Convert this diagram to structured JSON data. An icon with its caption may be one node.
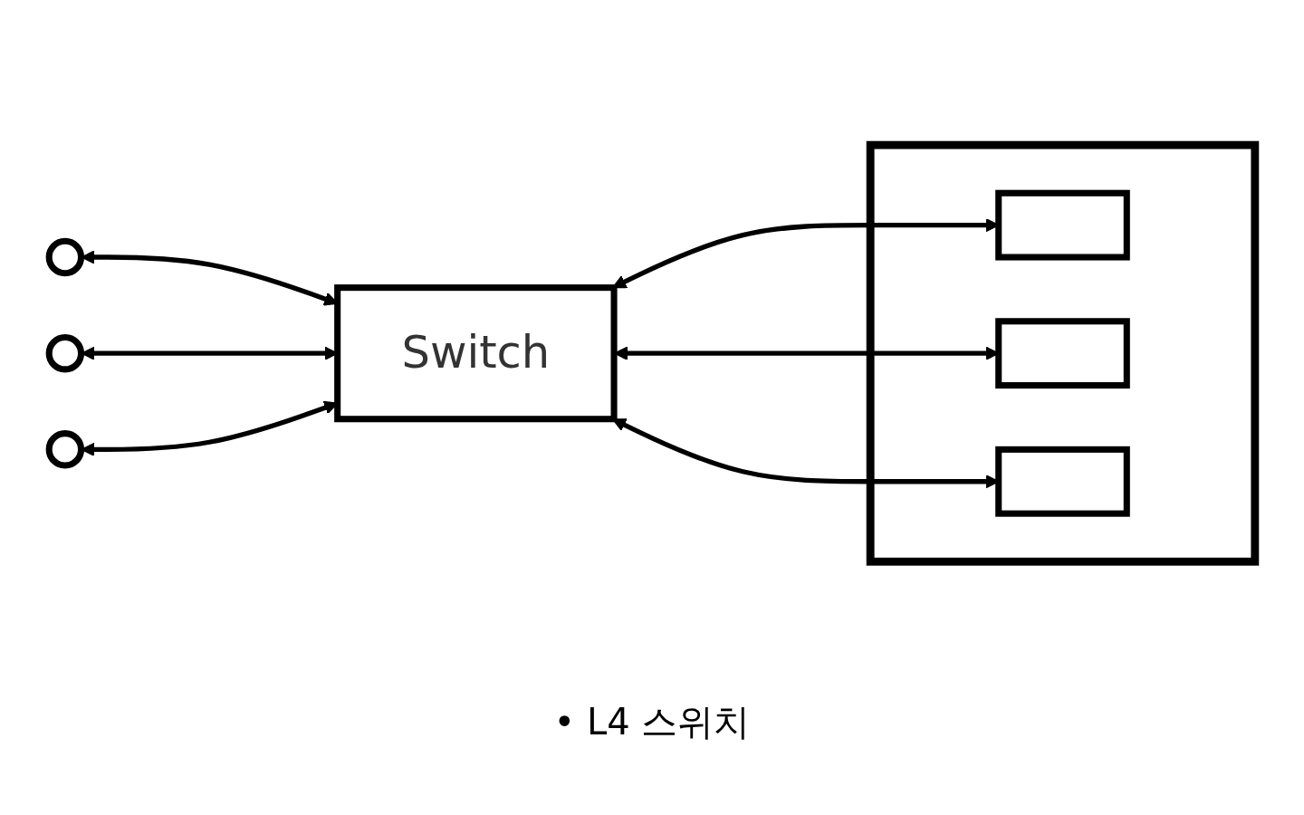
{
  "diagram": {
    "caption": "• L4 스위치",
    "nodes": [
      {
        "text": [],
        "shape": "person"
      },
      {
        "text": [],
        "shape": "person"
      },
      {
        "text": [],
        "shape": "person"
      },
      {
        "text": [
          "Switch"
        ]
      },
      {
        "text": [],
        "shape": "box"
      },
      {
        "text": [],
        "shape": "box",
        "in": 4
      },
      {
        "text": [],
        "shape": "box",
        "in": 4
      },
      {
        "text": [],
        "shape": "box",
        "in": 4
      }
    ],
    "edges": [
      {
        "from": 0,
        "to": 3,
        "arrow": "both"
      },
      {
        "from": 1,
        "to": 3,
        "arrow": "both"
      },
      {
        "from": 2,
        "to": 3,
        "arrow": "both"
      },
      {
        "from": 3,
        "to": 5,
        "arrow": "both"
      },
      {
        "from": 3,
        "to": 6,
        "arrow": "both"
      },
      {
        "from": 3,
        "to": 7,
        "arrow": "both"
      }
    ]
  }
}
